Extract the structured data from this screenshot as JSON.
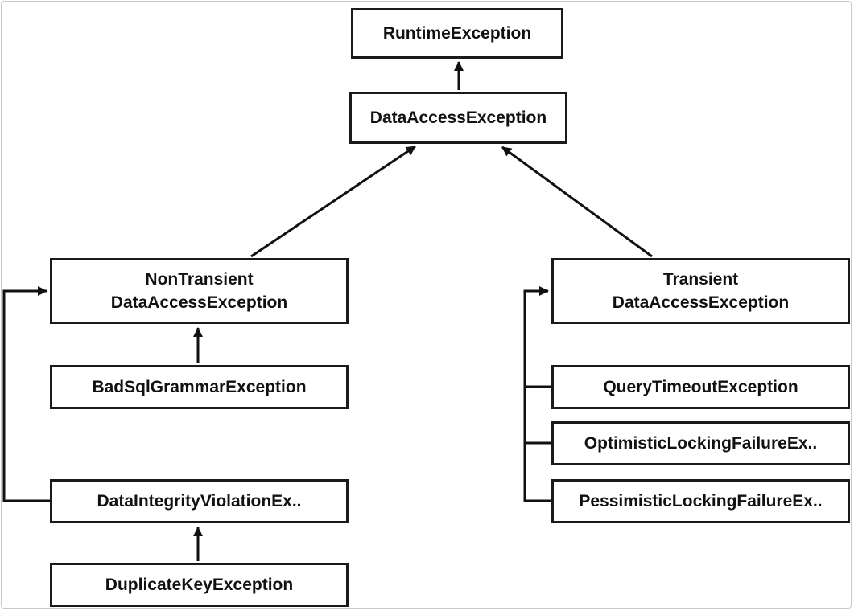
{
  "diagram": {
    "nodes": {
      "runtime": {
        "lines": [
          "RuntimeException"
        ]
      },
      "data_access": {
        "lines": [
          "DataAccessException"
        ]
      },
      "non_transient": {
        "lines": [
          "NonTransient",
          "DataAccessException"
        ]
      },
      "transient": {
        "lines": [
          "Transient",
          "DataAccessException"
        ]
      },
      "bad_sql_grammar": {
        "lines": [
          "BadSqlGrammarException"
        ]
      },
      "data_integrity_violation": {
        "lines": [
          "DataIntegrityViolationEx.."
        ]
      },
      "duplicate_key": {
        "lines": [
          "DuplicateKeyException"
        ]
      },
      "query_timeout": {
        "lines": [
          "QueryTimeoutException"
        ]
      },
      "optimistic_locking_failure": {
        "lines": [
          "OptimisticLockingFailureEx.."
        ]
      },
      "pessimistic_locking_failure": {
        "lines": [
          "PessimisticLockingFailureEx.."
        ]
      }
    },
    "edges": [
      {
        "from": "data_access",
        "to": "runtime"
      },
      {
        "from": "non_transient",
        "to": "data_access"
      },
      {
        "from": "transient",
        "to": "data_access"
      },
      {
        "from": "bad_sql_grammar",
        "to": "non_transient"
      },
      {
        "from": "data_integrity_violation",
        "to": "non_transient"
      },
      {
        "from": "duplicate_key",
        "to": "data_integrity_violation"
      },
      {
        "from": "query_timeout",
        "to": "transient"
      },
      {
        "from": "optimistic_locking_failure",
        "to": "transient"
      },
      {
        "from": "pessimistic_locking_failure",
        "to": "transient"
      }
    ]
  }
}
